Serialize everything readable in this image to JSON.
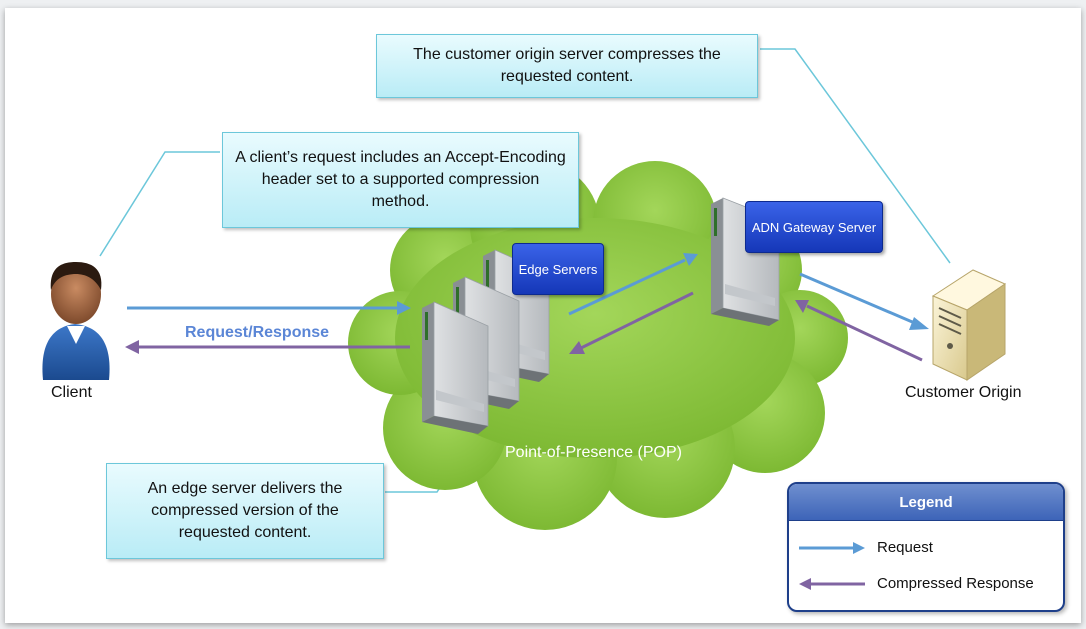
{
  "callouts": {
    "origin_compress": "The customer origin server compresses the requested content.",
    "client_request": "A client’s request includes an Accept-Encoding header set to a supported compression method.",
    "edge_deliver": "An edge server delivers the compressed version of the requested content."
  },
  "nodes": {
    "client": "Client",
    "customer_origin": "Customer Origin",
    "edge_servers": "Edge Servers",
    "adn_gateway": "ADN Gateway Server",
    "pop": "Point-of-Presence (POP)"
  },
  "connections": {
    "request_response": "Request/Response"
  },
  "legend": {
    "title": "Legend",
    "items": [
      {
        "label": "Request",
        "color": "#5b9bd5"
      },
      {
        "label": "Compressed  Response",
        "color": "#8064a2"
      }
    ]
  },
  "colors": {
    "cloud": "#8cc63f",
    "request_arrow": "#5b9bd5",
    "response_arrow": "#8064a2",
    "callout_fill": "#c7f1f9",
    "label_fill": "#2248d4",
    "leader_line": "#6cc7da"
  }
}
